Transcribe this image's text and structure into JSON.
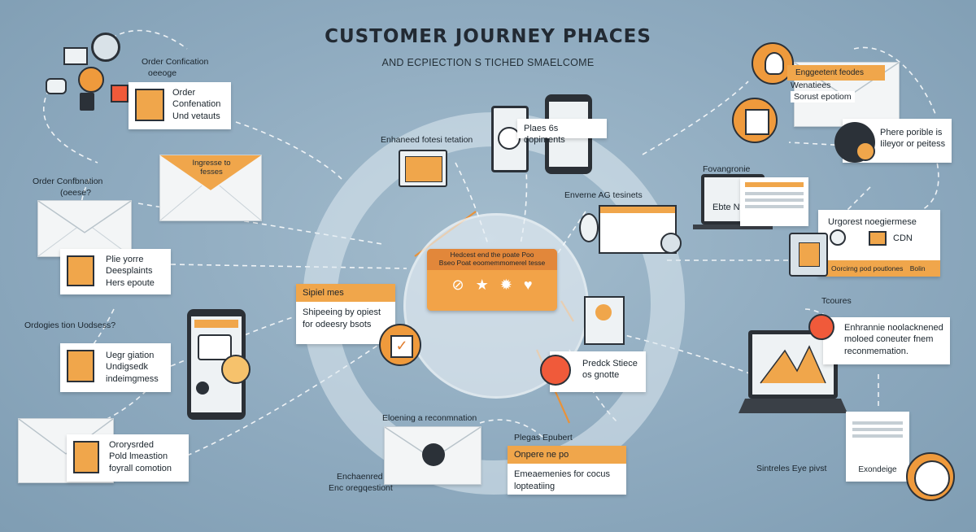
{
  "title": "CUSTOMER JOURNEY PHACES",
  "subtitle": "AND ECPIECTION S TICHED SMAELCOME",
  "hub": {
    "line1": "Hedcest end the poate Poo",
    "line2": "Bseo Poat eoomemmomerel tesse"
  },
  "labels": {
    "tl_order": "Order Confication",
    "tl_order_sub": "oeeoge",
    "order_conf_left": "Order Confbnation",
    "order_conf_left_sub": "(oeese?",
    "orders_address": "Ordogies tion Uodsess?",
    "enhanced_touch": "Enhaneed fotesi tetation",
    "enhanced_ad": "Enverne AG tesinets",
    "fovangronte": "Fovangronie",
    "tcoures": "Tcoures",
    "eloening_reco": "Eloening a reconmnation",
    "endless_engagement_1": "Enchaenred",
    "endless_engagement_2": "Enc oregqestiont",
    "plages_lpubert": "Plegas Epubert",
    "sintreles": "Sintreles Eye pivst"
  },
  "cards": {
    "order_conf": {
      "line1": "Order",
      "line2": "Confenation",
      "line3": "Und vetauts"
    },
    "ingresse": {
      "line1": "Ingresse to",
      "line2": "fesses"
    },
    "plie": {
      "line1": "Plie yorre",
      "line2": "Deesplaints",
      "line3": "Hers epoute"
    },
    "upgration": {
      "line1": "Uegr giation",
      "line2": "Undigsedk",
      "line3": "indeimgmess"
    },
    "ororysded": {
      "line1": "Ororysrded",
      "line2": "Pold lmeastion",
      "line3": "foyrall comotion"
    },
    "shipping": {
      "hdr": "Sipiel mes",
      "line1": "Shipeeing by opiest",
      "line2": "for odeesry bsots"
    },
    "plaes": {
      "text": "Plaes 6s dopiments"
    },
    "predck": {
      "line1": "Predck Stiece",
      "line2": "os gnotte"
    },
    "onpere": {
      "hdr": "Onpere ne po",
      "line1": "Emeaemenies for cocus",
      "line2": "lopteatiing"
    },
    "engagement": {
      "hdr": "Enggeetent feodes",
      "line1": "Wenatiees",
      "line2": "Sorust epotiom"
    },
    "phere": {
      "line1": "Phere porible is",
      "line2": "Iileyor or peitess"
    },
    "ebe_ny": {
      "text": "Ebte Ny"
    },
    "urgorest": {
      "title": "Urgorest noegiermese",
      "cdn": "CDN",
      "foot1": "Oorcirng pod poutlones",
      "foot2": "Bolin"
    },
    "enhanced_rec": {
      "line1": "Enhrannie noolacknened",
      "line2": "moloed coneuter fnem",
      "line3": "reconmemation."
    },
    "exondege": {
      "text": "Exondeige"
    }
  },
  "colors": {
    "background": "#8ba8bd",
    "accent": "#f0a64b",
    "dark": "#2b3138",
    "card": "#ffffff"
  }
}
